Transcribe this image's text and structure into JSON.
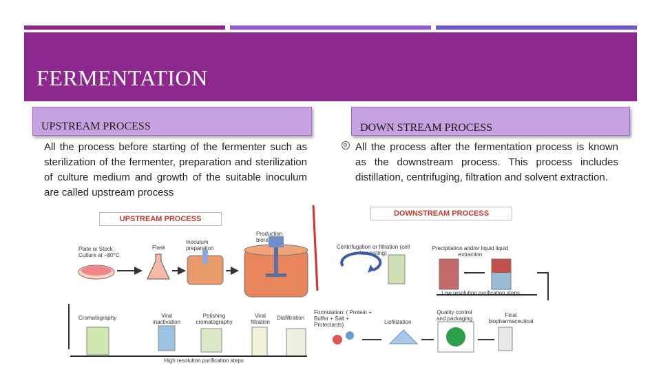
{
  "slide": {
    "title": "FERMENTATION",
    "accent_colors": [
      "#8e278e",
      "#9b59d0",
      "#6a5acd"
    ]
  },
  "upstream": {
    "header": "UPSTREAM PROCESS",
    "text": "All the process before starting of the fermenter such as sterilization of the fermenter, preparation and sterilization of culture medium and growth of the suitable inoculum are called upstream process"
  },
  "downstream": {
    "header": "DOWN STREAM PROCESS",
    "text": "All the process after the fermentation process is known as the downstream process. This process includes distillation, centrifuging, filtration and solvent extraction."
  },
  "upstream_figure": {
    "title": "UPSTREAM PROCESS",
    "labels": [
      "Plate or Stock Culture at −80°C",
      "Flask",
      "Inoculum preparation",
      "Production bioreactor"
    ]
  },
  "downstream_figure": {
    "title": "DOWNSTREAM PROCESS",
    "labels": [
      "Centrifugation or filtration (cell harvesting)",
      "Precipitation and/or liquid liquid extraction",
      "Low resolution purification steps",
      "Cromatography",
      "Viral inactivation",
      "Polishing cromatography",
      "Viral filtration",
      "Diafiltration",
      "Formulation: ( Protein + Buffer + Salt + Protectants)",
      "Liofilization",
      "Quality control and packaging",
      "Final biopharmaceutical",
      "High resolution purification steps"
    ]
  }
}
